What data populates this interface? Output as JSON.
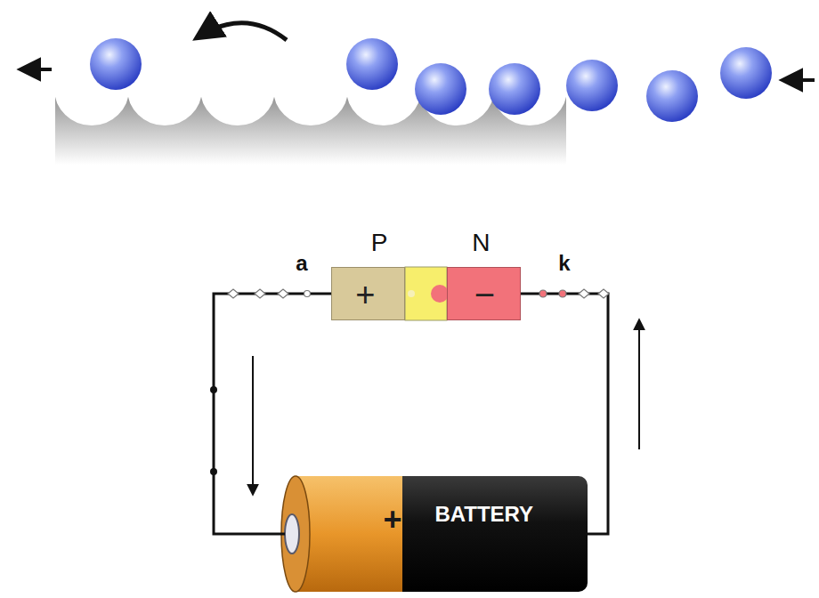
{
  "diagram": {
    "nodes": [
      {
        "text": [
          "P",
          "+"
        ]
      },
      {
        "text": [
          "N",
          "−"
        ]
      },
      {
        "text": [
          "+",
          "BATTERY"
        ]
      }
    ],
    "edges": [
      {
        "from": 0,
        "to": 2,
        "arrow": "none"
      },
      {
        "from": 2,
        "to": 1,
        "arrow": "none"
      }
    ],
    "labels": [
      "a",
      "k"
    ]
  }
}
